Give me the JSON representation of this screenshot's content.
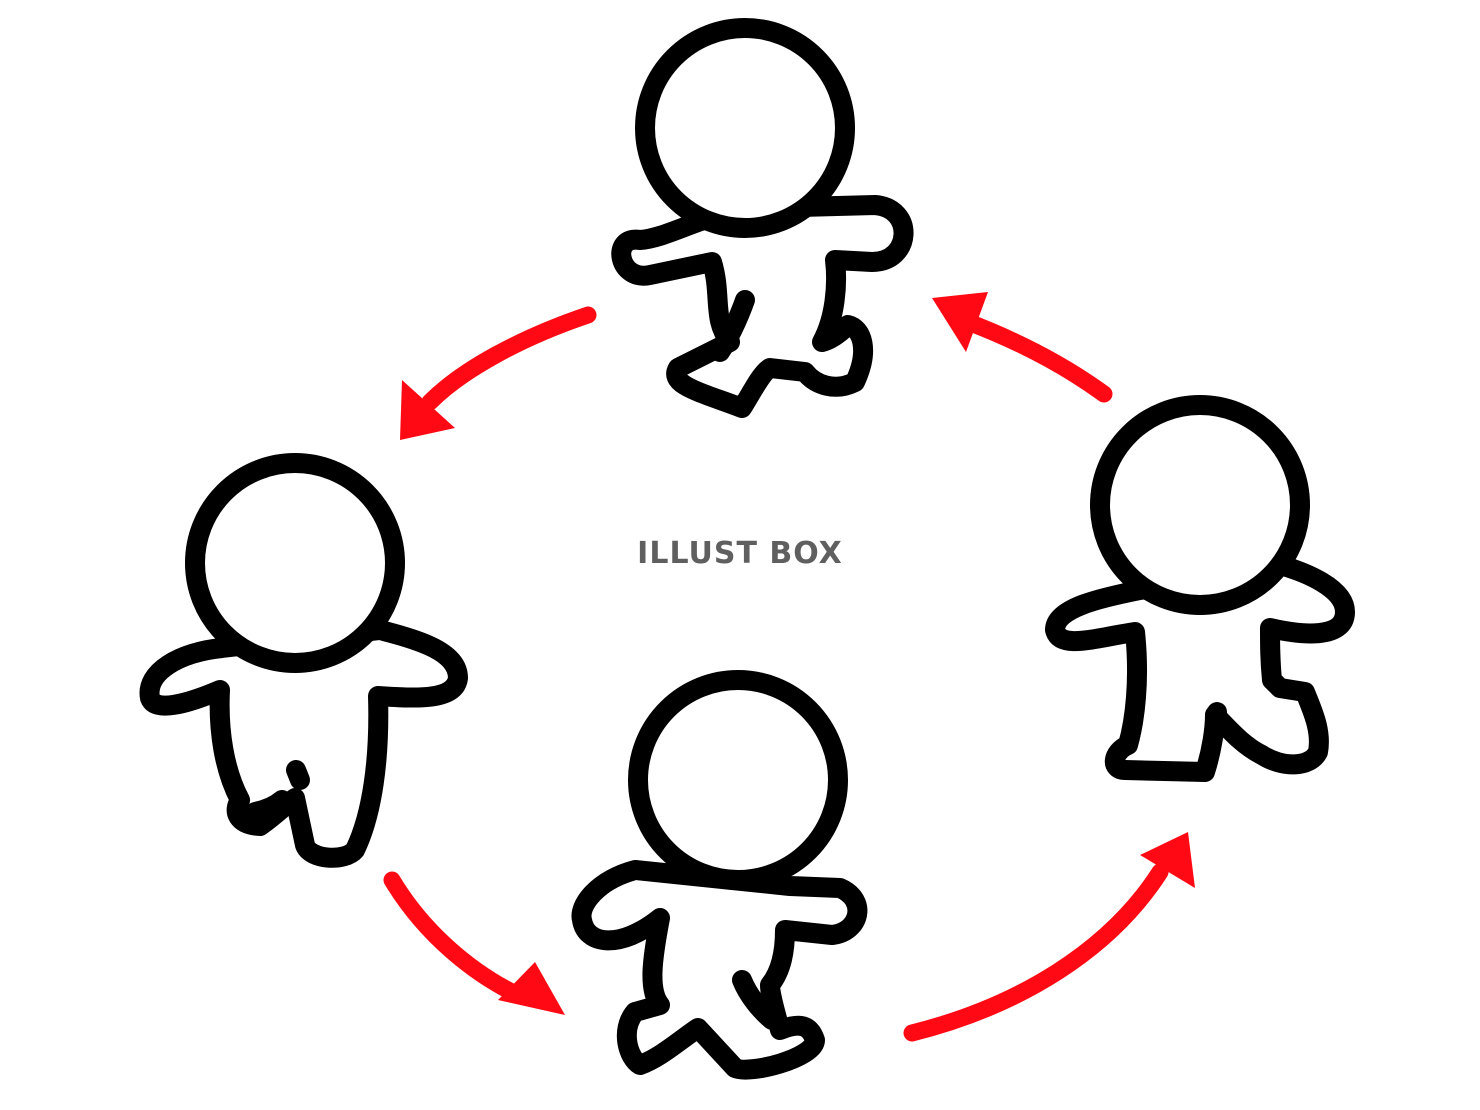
{
  "watermark": "ILLUST BOX",
  "colors": {
    "arrow": "#ff0a14",
    "outline": "#000000",
    "background": "#ffffff",
    "watermark": "#5f5f5f"
  },
  "figures": [
    "running-figure",
    "running-figure",
    "running-figure",
    "running-figure"
  ],
  "arrows": [
    "curved-arrow",
    "curved-arrow",
    "curved-arrow",
    "curved-arrow"
  ]
}
